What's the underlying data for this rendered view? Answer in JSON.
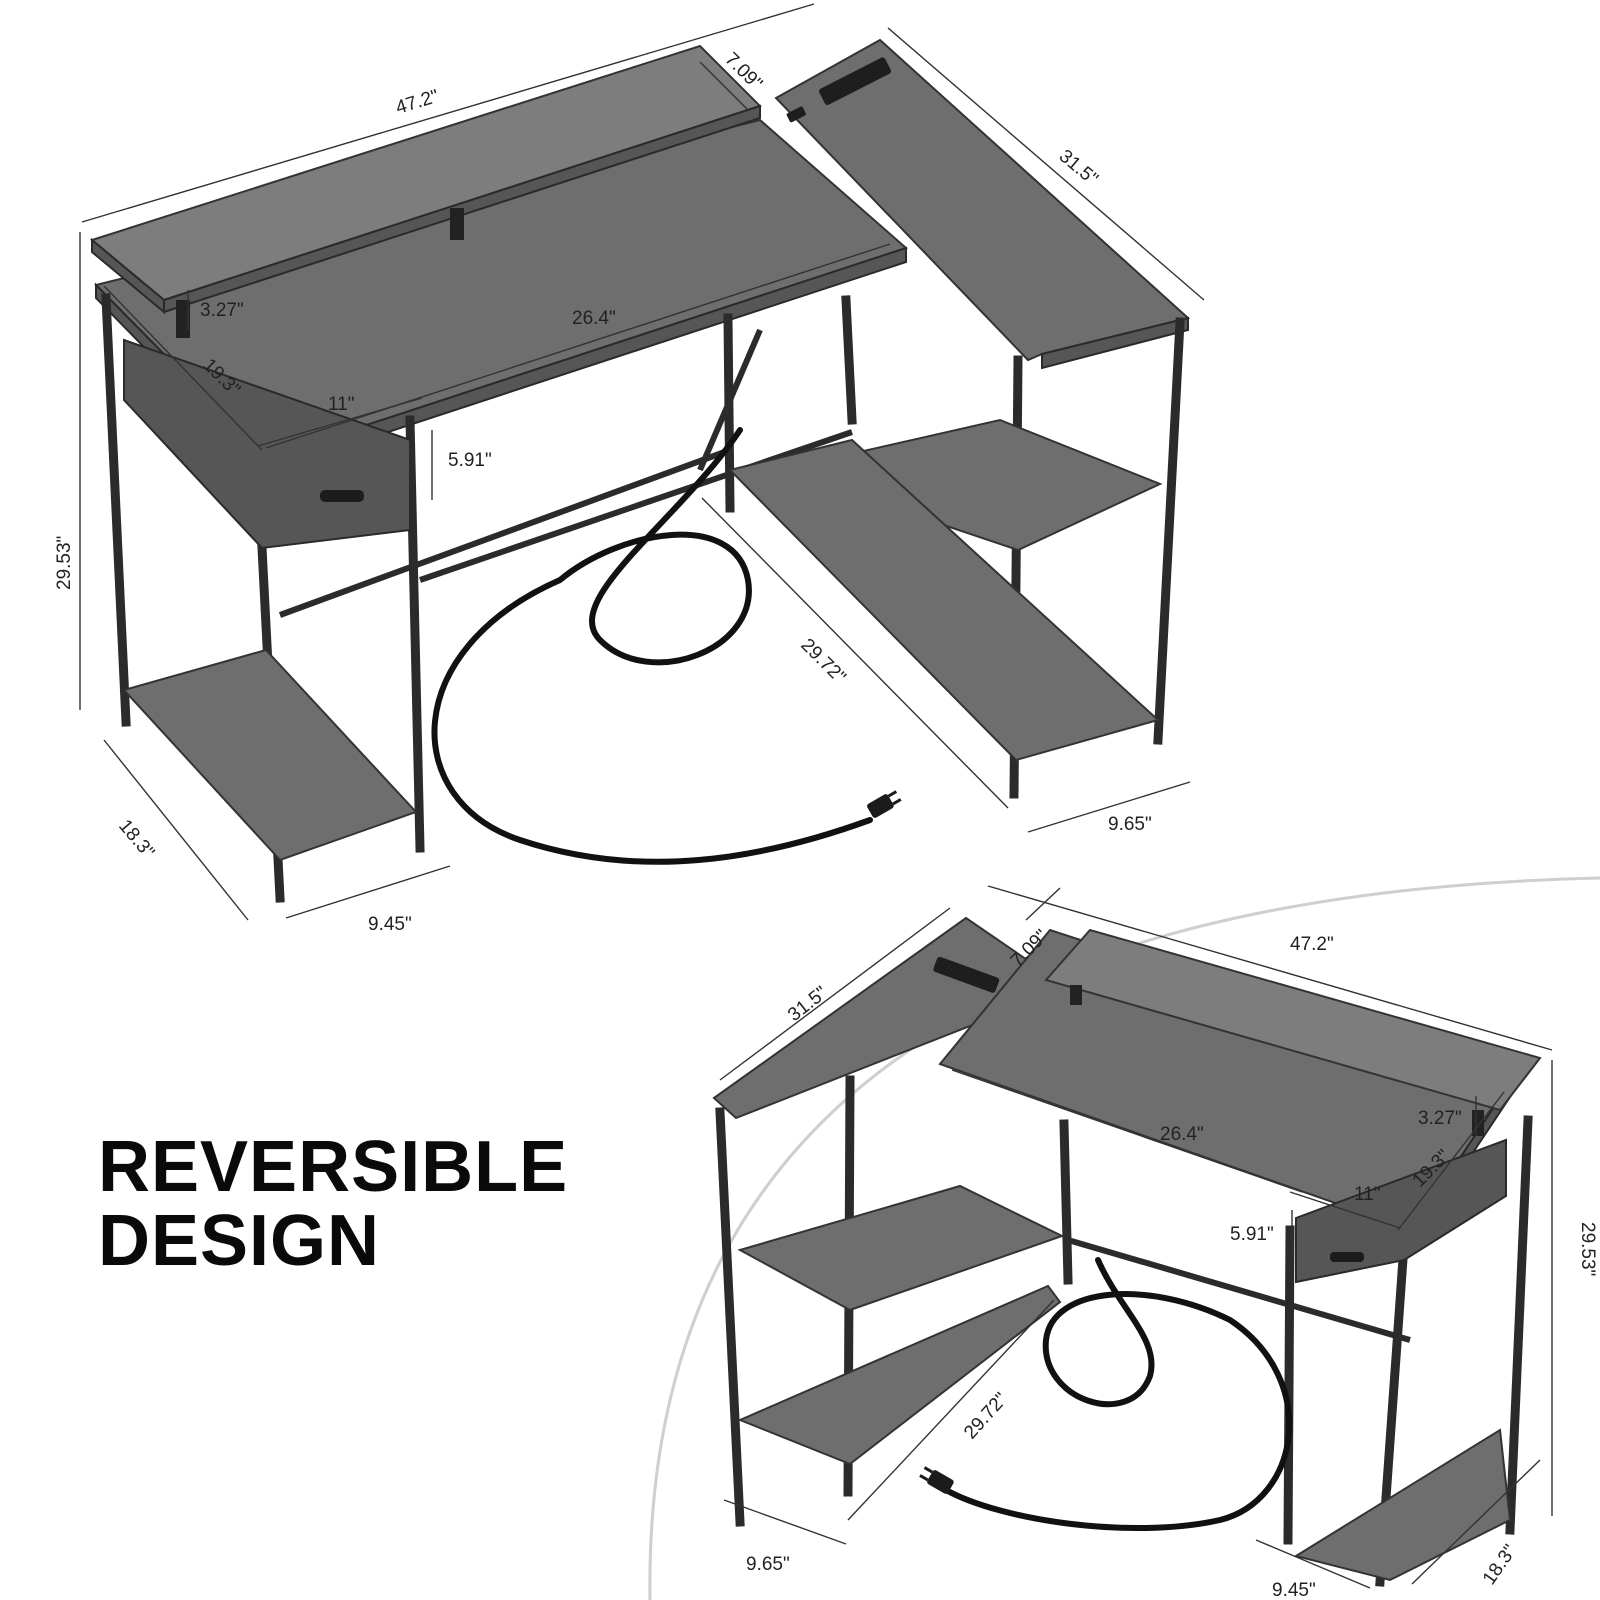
{
  "headline": {
    "line1": "REVERSIBLE",
    "line2": "DESIGN"
  },
  "desk_top": {
    "total_width": "47.2\"",
    "monitor_stand_depth": "7.09\"",
    "side_length": "31.5\"",
    "height": "29.53\"",
    "stand_height": "3.27\"",
    "main_width": "26.4\"",
    "main_depth": "19.3\"",
    "drawer_width": "11\"",
    "drawer_height": "5.91\"",
    "leg_span": "29.72\"",
    "side_shelf_width": "9.65\"",
    "left_depth": "18.3\"",
    "left_shelf_width": "9.45\""
  },
  "desk_bottom": {
    "total_width": "47.2\"",
    "monitor_stand_depth": "7.09\"",
    "side_length": "31.5\"",
    "height": "29.53\"",
    "stand_height": "3.27\"",
    "main_width": "26.4\"",
    "main_depth": "19.3\"",
    "drawer_width": "11\"",
    "drawer_height": "5.91\"",
    "leg_span": "29.72\"",
    "side_shelf_width": "9.65\"",
    "right_depth": "18.3\"",
    "right_shelf_width": "9.45\""
  },
  "colors": {
    "wood": "#6e6e6e",
    "frame": "#2b2b2b",
    "text": "#0a0a0a",
    "background": "#ffffff"
  }
}
